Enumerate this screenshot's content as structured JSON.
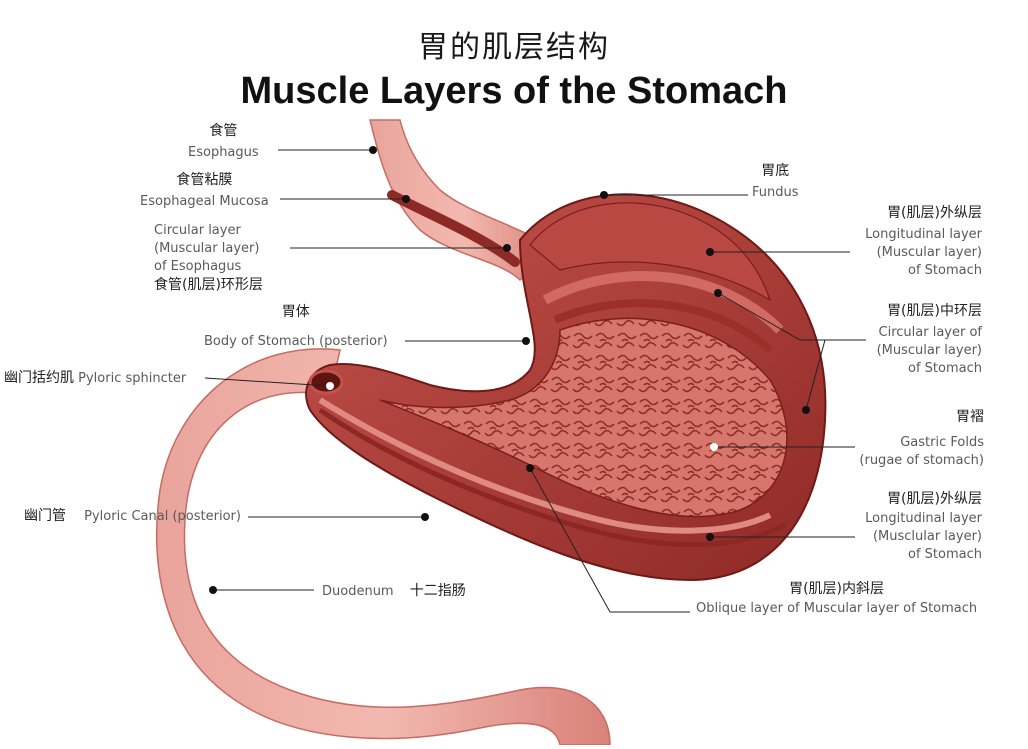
{
  "title": {
    "cn": "胃的肌层结构",
    "en": "Muscle Layers of the Stomach"
  },
  "labels": {
    "esophagus": {
      "cn": "食管",
      "en": "Esophagus"
    },
    "esophageal_mucosa": {
      "cn": "食管粘膜",
      "en": "Esophageal Mucosa"
    },
    "circular_esophagus": {
      "en_1": "Circular layer",
      "en_2": "(Muscular layer)",
      "en_3": "of Esophagus",
      "cn": "食管(肌层)环形层"
    },
    "body": {
      "cn": "胃体",
      "en": "Body of Stomach (posterior)"
    },
    "pyloric_sphincter": {
      "cn": "幽门括约肌",
      "en": "Pyloric sphincter"
    },
    "pyloric_canal": {
      "cn": "幽门管",
      "en": "Pyloric Canal (posterior)"
    },
    "duodenum": {
      "en": "Duodenum",
      "cn": "十二指肠"
    },
    "fundus": {
      "cn": "胃底",
      "en": "Fundus"
    },
    "longitudinal_outer": {
      "cn": "胃(肌层)外纵层",
      "en_1": "Longitudinal layer",
      "en_2": "(Muscular layer)",
      "en_3": "of Stomach"
    },
    "circular_middle": {
      "cn": "胃(肌层)中环层",
      "en_1": "Circular layer of",
      "en_2": "(Muscular layer)",
      "en_3": "of Stomach"
    },
    "gastric_folds": {
      "cn": "胃褶",
      "en_1": "Gastric Folds",
      "en_2": "(rugae of stomach)"
    },
    "longitudinal_outer_2": {
      "cn": "胃(肌层)外纵层",
      "en_1": "Longitudinal layer",
      "en_2": "(Musclular layer)",
      "en_3": "of Stomach"
    },
    "oblique_inner": {
      "cn": "胃(肌层)内斜层",
      "en": "Oblique layer of Muscular layer of Stomach"
    }
  },
  "colors": {
    "tissue": "#d9736f",
    "muscle": "#a93a36",
    "dark": "#7a1f1c",
    "rugae": "#c65a52",
    "leader": "#222222"
  }
}
